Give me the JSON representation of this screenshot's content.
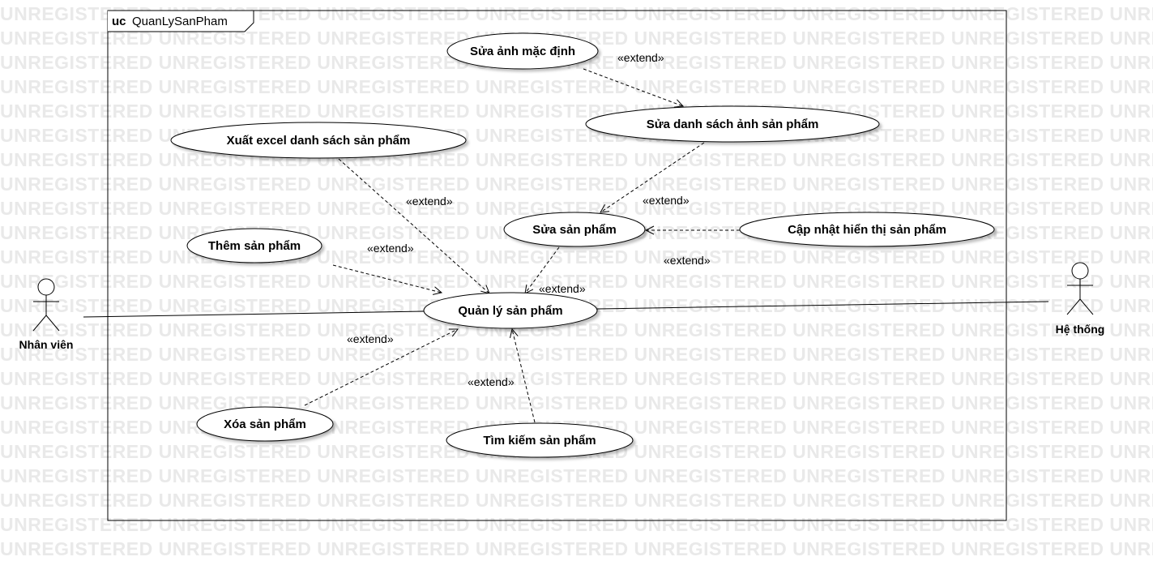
{
  "watermark": {
    "text": "UNREGISTERED"
  },
  "frame": {
    "keyword": "uc",
    "name": "QuanLySanPham"
  },
  "actors": {
    "staff": {
      "label": "Nhân viên"
    },
    "system": {
      "label": "Hệ thống"
    }
  },
  "use_cases": {
    "manage": "Quản lý sản phẩm",
    "edit_default_image": "Sửa ảnh mặc định",
    "edit_image_list": "Sửa danh sách ảnh sản phẩm",
    "export_excel": "Xuất excel danh sách sản phẩm",
    "edit_product": "Sửa sản phẩm",
    "update_visibility": "Cập nhật hiển thị sản phẩm",
    "add_product": "Thêm sản phẩm",
    "delete_product": "Xóa sản phẩm",
    "search_product": "Tìm kiếm sản phẩm"
  },
  "relations": {
    "extend_label": "«extend»"
  }
}
